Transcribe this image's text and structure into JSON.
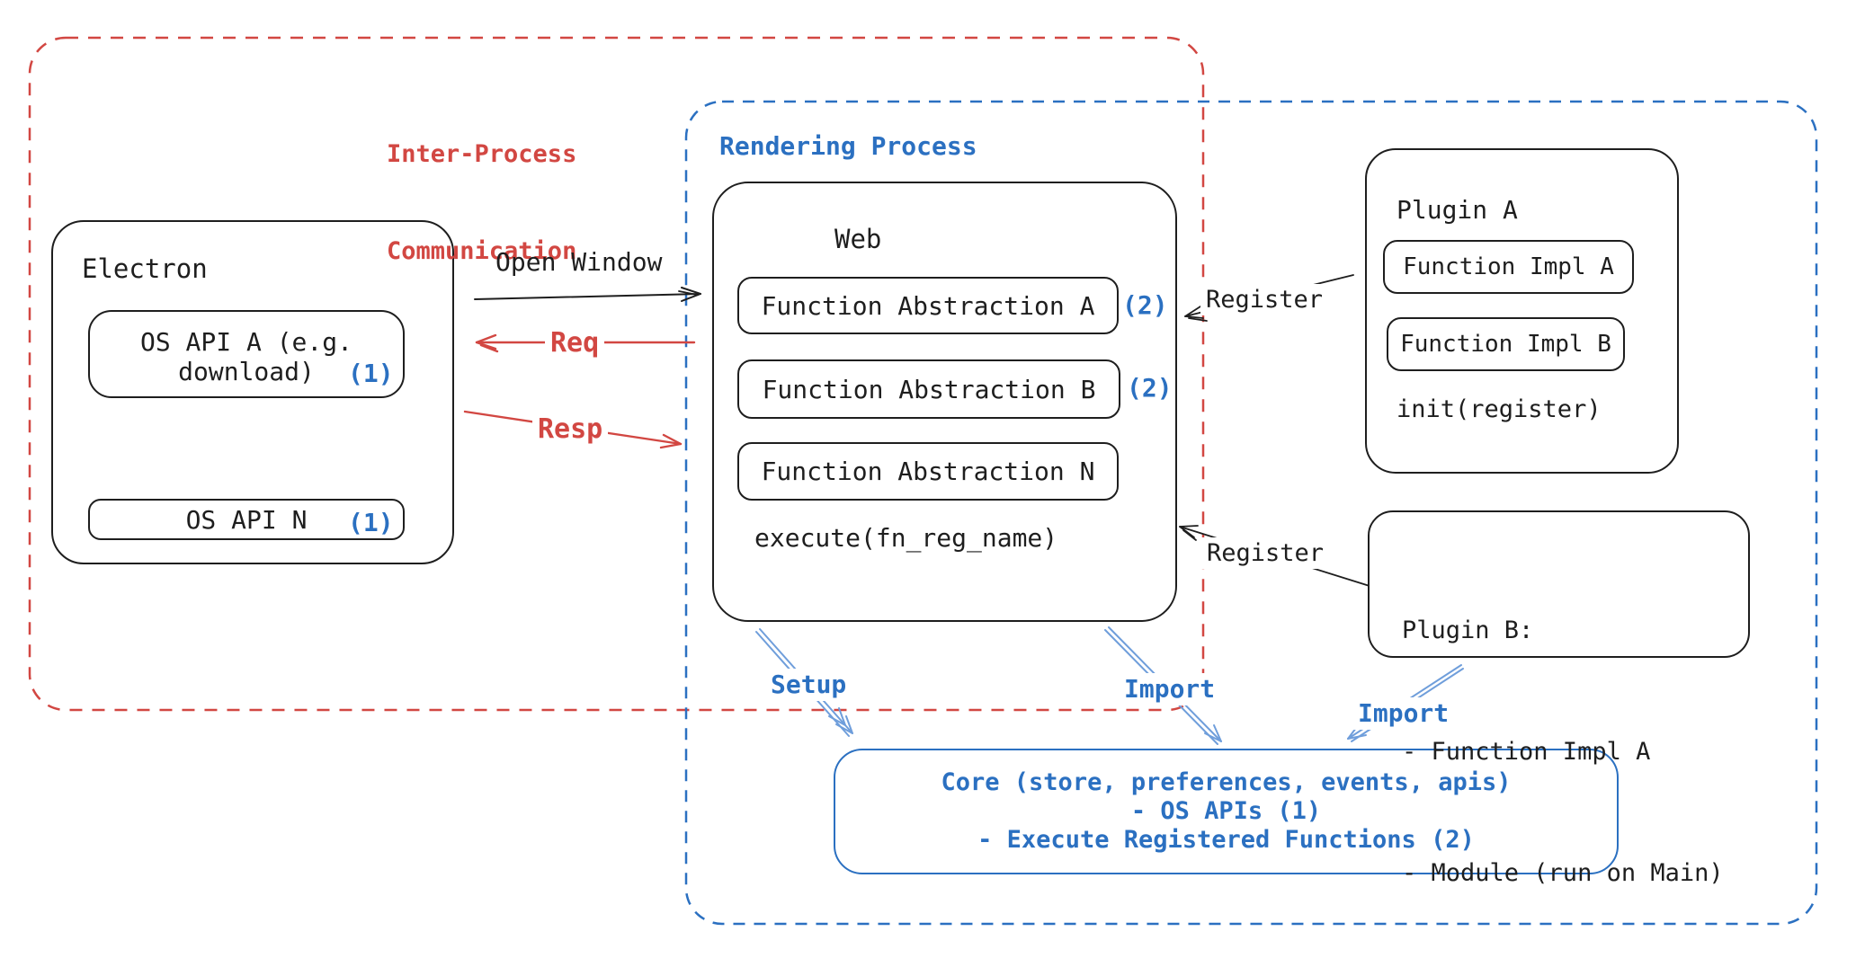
{
  "colors": {
    "red": "#d24742",
    "blue": "#2b70c1",
    "lblue": "#6f9edb",
    "ink": "#1e1e1e"
  },
  "ipc_group": {
    "label_line1": "Inter-Process",
    "label_line2": "Communication"
  },
  "rendering_group": {
    "label": "Rendering Process"
  },
  "electron": {
    "title": "Electron",
    "api_a_line1": "OS API A (e.g.",
    "api_a_line2": "download)",
    "api_a_badge": "(1)",
    "api_n_label": "OS API N",
    "api_n_badge": "(1)"
  },
  "web": {
    "title": "Web",
    "fn_a": "Function Abstraction A",
    "fn_a_badge": "(2)",
    "fn_b": "Function Abstraction B",
    "fn_b_badge": "(2)",
    "fn_n": "Function Abstraction N",
    "execute": "execute(fn_reg_name)"
  },
  "plugin_a": {
    "title": "Plugin A",
    "impl_a": "Function Impl A",
    "impl_b": "Function Impl B",
    "init": "init(register)"
  },
  "plugin_b": {
    "title": "Plugin B:",
    "line1": "- Function Impl A",
    "line2": "- Module (run on Main)"
  },
  "core": {
    "line1": "Core (store, preferences, events, apis)",
    "line2": "- OS APIs (1)",
    "line3": "- Execute Registered Functions (2)"
  },
  "labels": {
    "open_window": "Open Window",
    "req": "Req",
    "resp": "Resp",
    "register_top": "Register",
    "register_bottom": "Register",
    "setup": "Setup",
    "import_web": "Import",
    "import_plugin": "Import"
  }
}
